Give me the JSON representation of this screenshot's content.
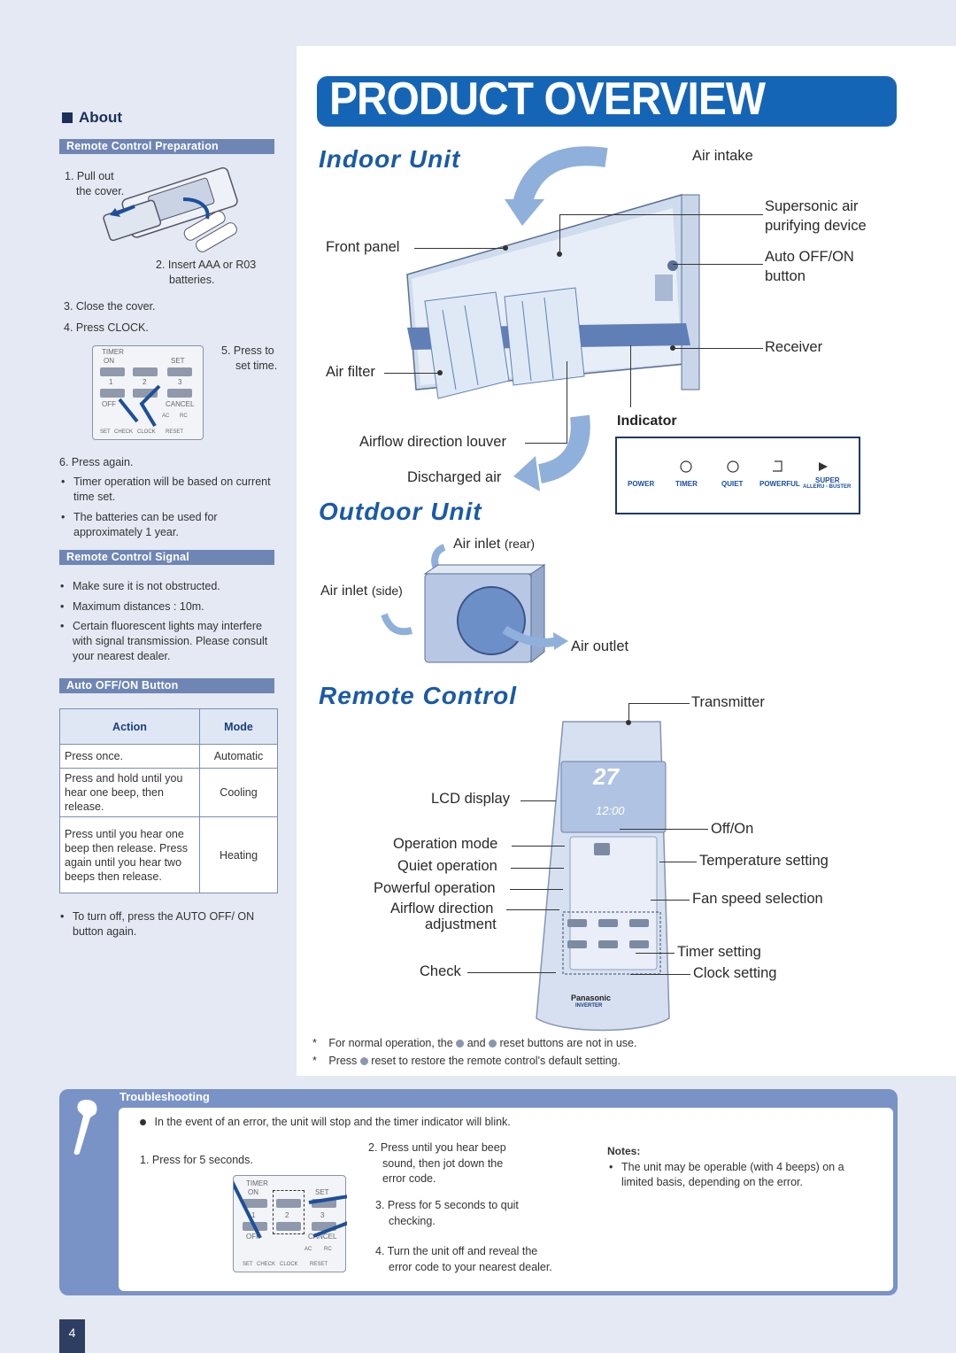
{
  "page_title": "PRODUCT OVERVIEW",
  "about": {
    "heading": "About",
    "prep_heading": "Remote Control Preparation",
    "step1a": "1. Pull out",
    "step1b": "the cover.",
    "step2a": "2. Insert AAA or R03",
    "step2b": "batteries.",
    "step3": "3. Close the cover.",
    "step4": "4. Press CLOCK.",
    "step5a": "5. Press to",
    "step5b": "set time.",
    "step6": "6. Press again.",
    "note1": "Timer operation will be based on current time set.",
    "note2": "The batteries can be used for approximately 1 year.",
    "signal_heading": "Remote Control Signal",
    "signal1": "Make sure it is not obstructed.",
    "signal2": "Maximum distances : 10m.",
    "signal3": "Certain fluorescent lights may interfere with signal transmission. Please consult your nearest dealer.",
    "auto_heading": "Auto OFF/ON Button",
    "table": {
      "col_action": "Action",
      "col_mode": "Mode",
      "rows": [
        {
          "action": "Press once.",
          "mode": "Automatic"
        },
        {
          "action": "Press and hold until you hear one beep, then release.",
          "mode": "Cooling"
        },
        {
          "action": "Press until you hear one beep then release. Press again until you hear two beeps then release.",
          "mode": "Heating"
        }
      ]
    },
    "turn_off": "To turn off, press the AUTO OFF/ ON button again."
  },
  "remote_keys": {
    "timer": "TIMER",
    "on": "ON",
    "set": "SET",
    "off": "OFF",
    "cancel": "CANCEL",
    "k1": "1",
    "k2": "2",
    "k3": "3",
    "ac": "AC",
    "rc": "RC",
    "setb": "SET",
    "check": "CHECK",
    "clock": "CLOCK",
    "reset": "RESET"
  },
  "indoor": {
    "title": "Indoor Unit",
    "air_intake": "Air intake",
    "supersonic": "Supersonic air",
    "supersonic2": "purifying device",
    "front_panel": "Front panel",
    "auto_btn": "Auto OFF/ON",
    "auto_btn2": "button",
    "receiver": "Receiver",
    "air_filter": "Air filter",
    "indicator": "Indicator",
    "louver": "Airflow direction louver",
    "discharged": "Discharged air",
    "ind_power": "POWER",
    "ind_timer": "TIMER",
    "ind_quiet": "QUIET",
    "ind_powerful": "POWERFUL",
    "ind_super": "SUPER",
    "ind_alleru": "ALLERU - BUSTER"
  },
  "outdoor": {
    "title": "Outdoor Unit",
    "inlet_rear": "Air inlet",
    "rear": "(rear)",
    "inlet_side": "Air inlet",
    "side": "(side)",
    "outlet": "Air outlet"
  },
  "remote": {
    "title": "Remote Control",
    "transmitter": "Transmitter",
    "lcd": "LCD display",
    "offon": "Off/On",
    "op_mode": "Operation mode",
    "quiet": "Quiet operation",
    "temp": "Temperature setting",
    "powerful": "Powerful operation",
    "fan": "Fan speed selection",
    "airflow": "Airflow direction",
    "airflow2": "adjustment",
    "timer_set": "Timer setting",
    "check": "Check",
    "clock_set": "Clock setting",
    "lcd_temp": "27",
    "lcd_time": "12:00",
    "brand": "Panasonic",
    "inverter": "INVERTER",
    "note1a": "For normal operation, the",
    "note1b": "and",
    "note1c": "reset buttons are not in use.",
    "note2a": "Press",
    "note2b": "reset to restore the remote control's default setting."
  },
  "trouble": {
    "heading": "Troubleshooting",
    "intro": "In the event of an error, the unit will stop and the timer indicator will blink.",
    "s1": "1. Press for 5 seconds.",
    "s2a": "2. Press until you hear beep",
    "s2b": "sound, then jot down the",
    "s2c": "error code.",
    "s3a": "3. Press for 5 seconds to quit",
    "s3b": "checking.",
    "s4a": "4. Turn the unit off and reveal the",
    "s4b": "error code to your nearest dealer.",
    "notes_head": "Notes:",
    "note": "The unit may be operable (with 4 beeps) on a limited basis, depending on the error."
  },
  "page_number": "4"
}
